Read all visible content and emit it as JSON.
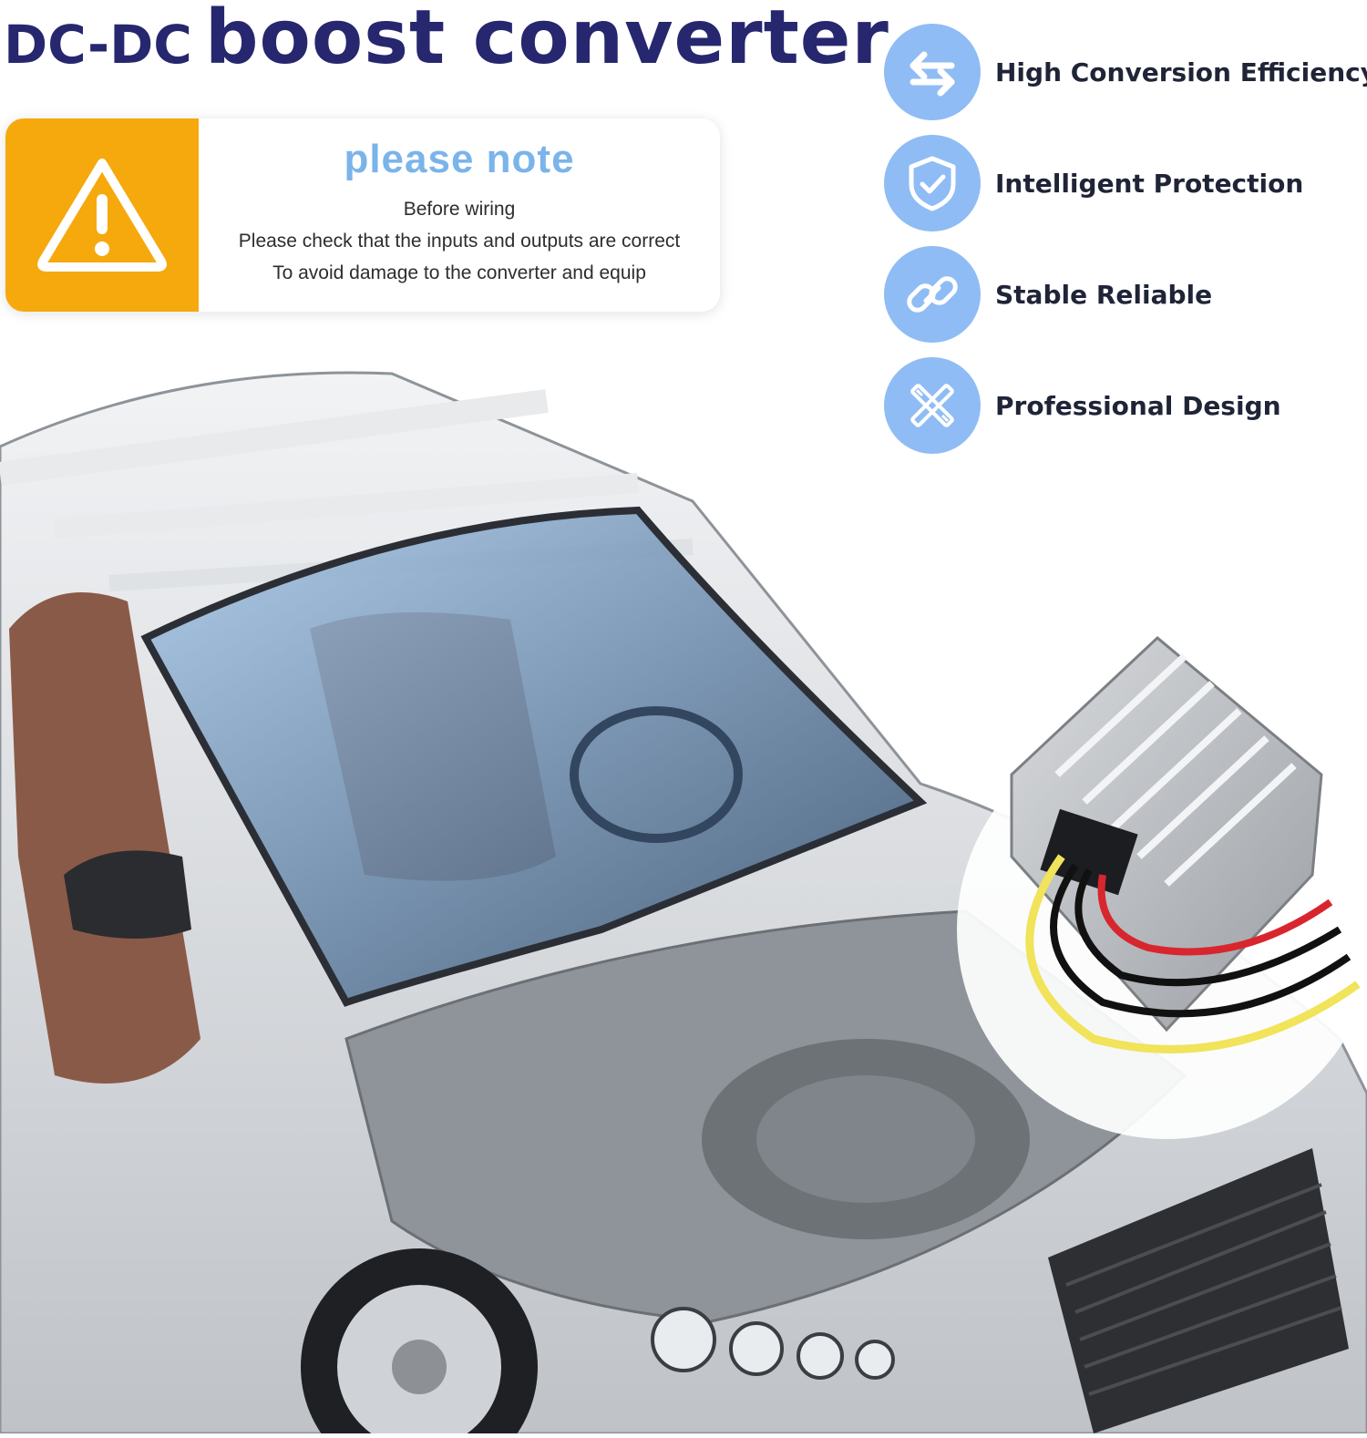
{
  "title": {
    "part1": "DC-DC",
    "part2": "boost converter"
  },
  "note": {
    "heading": "please note",
    "line1": "Before wiring",
    "line2": "Please check that the inputs and outputs are correct",
    "line3": "To avoid damage to the converter and equip",
    "icon": "warning-triangle-icon"
  },
  "features": [
    {
      "label": "High Conversion Efficiency",
      "icon": "swap-arrows-icon"
    },
    {
      "label": "Intelligent Protection",
      "icon": "shield-check-icon"
    },
    {
      "label": "Stable Reliable",
      "icon": "chain-link-icon"
    },
    {
      "label": "Professional Design",
      "icon": "tools-cross-icon"
    }
  ],
  "colors": {
    "title": "#26276e",
    "note_heading": "#7ab4ea",
    "warning_bg": "#f6a90d",
    "feature_icon_bg": "#8fbcf4"
  }
}
